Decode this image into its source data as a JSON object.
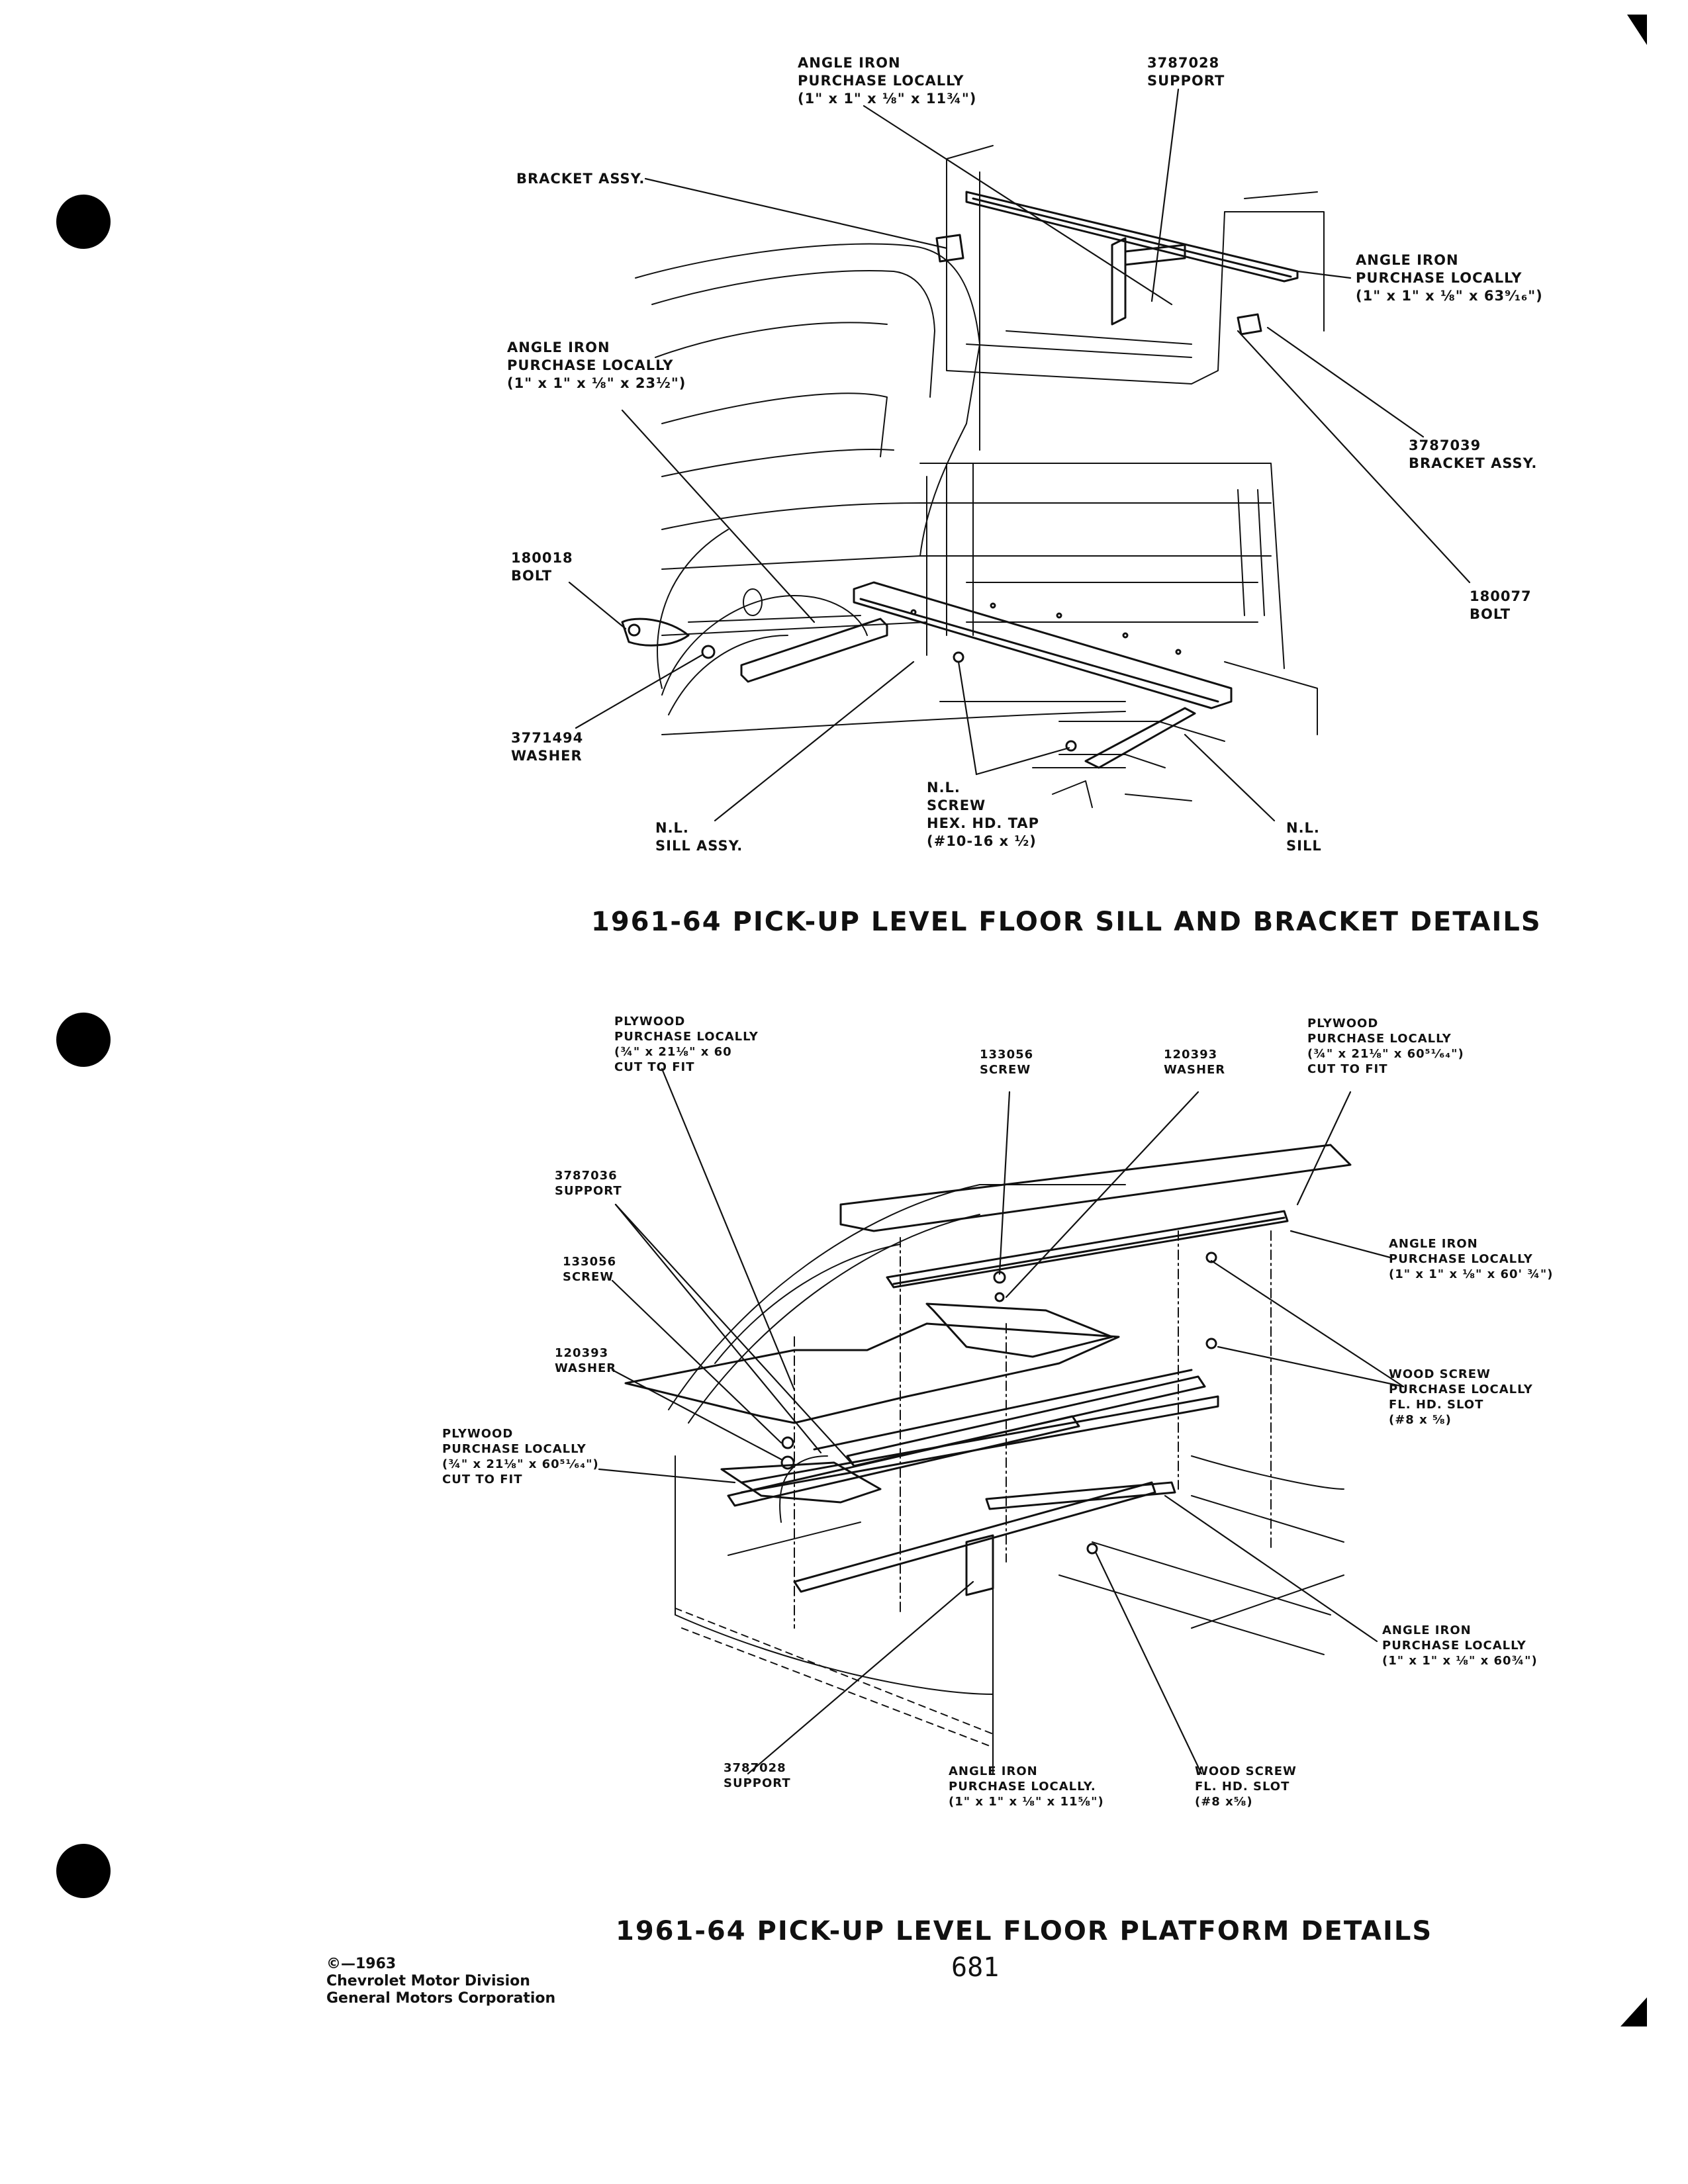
{
  "upper_diagram": {
    "title": "1961-64 PICK-UP LEVEL FLOOR SILL AND BRACKET DETAILS",
    "callouts": {
      "angle_iron_top": [
        "ANGLE IRON",
        "PURCHASE LOCALLY",
        "(1\" x 1\" x ⅛\" x 11¾\")"
      ],
      "support_3787028": [
        "3787028",
        "SUPPORT"
      ],
      "bracket_assy": [
        "BRACKET ASSY."
      ],
      "angle_iron_right": [
        "ANGLE IRON",
        "PURCHASE LOCALLY",
        "(1\" x 1\" x ⅛\" x 63⁹⁄₁₆\")"
      ],
      "angle_iron_left": [
        "ANGLE IRON",
        "PURCHASE LOCALLY",
        "(1\" x 1\" x ⅛\" x 23½\")"
      ],
      "bracket_3787039": [
        "3787039",
        "BRACKET ASSY."
      ],
      "bolt_180018": [
        "180018",
        "BOLT"
      ],
      "bolt_180077": [
        "180077",
        "BOLT"
      ],
      "washer_3771494": [
        "3771494",
        "WASHER"
      ],
      "screw_nl": [
        "N.L.",
        "SCREW",
        "HEX. HD. TAP",
        "(#10-16 x ½)"
      ],
      "sill_assy_nl": [
        "N.L.",
        "SILL ASSY."
      ],
      "sill_nl": [
        "N.L.",
        "SILL"
      ]
    }
  },
  "lower_diagram": {
    "title": "1961-64 PICK-UP LEVEL FLOOR PLATFORM DETAILS",
    "callouts": {
      "plywood_top_left": [
        "PLYWOOD",
        "PURCHASE LOCALLY",
        "(¾\" x 21⅛\" x 60",
        "CUT TO FIT"
      ],
      "screw_133056_top": [
        "133056",
        "SCREW"
      ],
      "washer_120393_top": [
        "120393",
        "WASHER"
      ],
      "plywood_top_right": [
        "PLYWOOD",
        "PURCHASE LOCALLY",
        "(¾\" x 21⅛\" x 60⁵¹⁄₆₄\")",
        "CUT TO FIT"
      ],
      "support_3787036": [
        "3787036",
        "SUPPORT"
      ],
      "angle_iron_upper": [
        "ANGLE IRON",
        "PURCHASE LOCALLY",
        "(1\" x 1\" x ⅛\" x 60' ¾\")"
      ],
      "screw_133056_left": [
        "133056",
        "SCREW"
      ],
      "washer_120393_left": [
        "120393",
        "WASHER"
      ],
      "wood_screw_right": [
        "WOOD SCREW",
        "PURCHASE LOCALLY",
        "FL. HD. SLOT",
        "(#8 x ⅝)"
      ],
      "plywood_left": [
        "PLYWOOD",
        "PURCHASE LOCALLY",
        "(¾\" x 21⅛\" x 60⁵¹⁄₆₄\")",
        "CUT TO FIT"
      ],
      "angle_iron_lower": [
        "ANGLE IRON",
        "PURCHASE LOCALLY",
        "(1\" x 1\" x ⅛\" x 60¾\")"
      ],
      "support_3787028": [
        "3787028",
        "SUPPORT"
      ],
      "angle_iron_bottom": [
        "ANGLE IRON",
        "PURCHASE LOCALLY.",
        "(1\" x 1\" x ⅛\" x 11⅝\")"
      ],
      "wood_screw_bottom": [
        "WOOD SCREW",
        "FL. HD. SLOT",
        "(#8 x⅝)"
      ]
    }
  },
  "page_number": "681",
  "copyright": [
    "©—1963",
    "Chevrolet Motor Division",
    "General Motors Corporation"
  ]
}
